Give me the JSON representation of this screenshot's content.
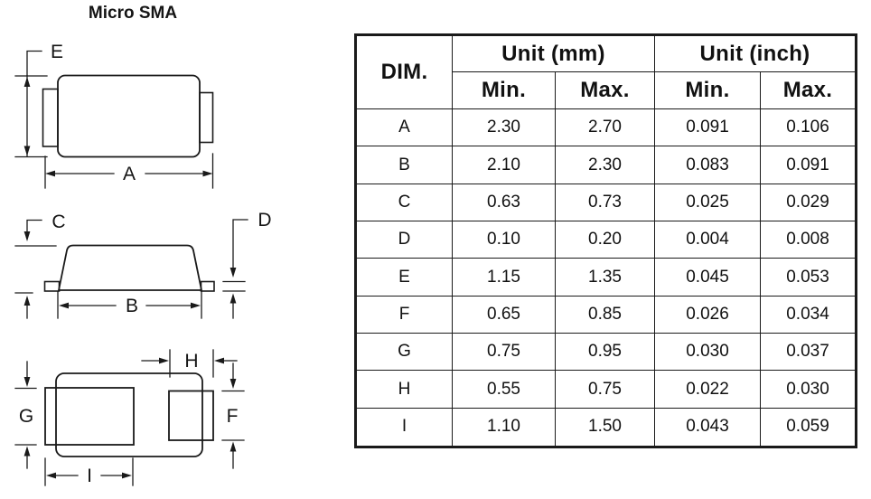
{
  "title": "Micro SMA",
  "diagram": {
    "labels": {
      "e": "E",
      "a": "A",
      "c": "C",
      "d": "D",
      "b": "B",
      "g": "G",
      "h": "H",
      "f": "F",
      "i": "I"
    }
  },
  "table": {
    "col_dim": "DIM.",
    "group_mm": "Unit (mm)",
    "group_inch": "Unit (inch)",
    "sub_min": "Min.",
    "sub_max": "Max.",
    "rows": [
      {
        "dim": "A",
        "mm_min": "2.30",
        "mm_max": "2.70",
        "inch_min": "0.091",
        "inch_max": "0.106"
      },
      {
        "dim": "B",
        "mm_min": "2.10",
        "mm_max": "2.30",
        "inch_min": "0.083",
        "inch_max": "0.091"
      },
      {
        "dim": "C",
        "mm_min": "0.63",
        "mm_max": "0.73",
        "inch_min": "0.025",
        "inch_max": "0.029"
      },
      {
        "dim": "D",
        "mm_min": "0.10",
        "mm_max": "0.20",
        "inch_min": "0.004",
        "inch_max": "0.008"
      },
      {
        "dim": "E",
        "mm_min": "1.15",
        "mm_max": "1.35",
        "inch_min": "0.045",
        "inch_max": "0.053"
      },
      {
        "dim": "F",
        "mm_min": "0.65",
        "mm_max": "0.85",
        "inch_min": "0.026",
        "inch_max": "0.034"
      },
      {
        "dim": "G",
        "mm_min": "0.75",
        "mm_max": "0.95",
        "inch_min": "0.030",
        "inch_max": "0.037"
      },
      {
        "dim": "H",
        "mm_min": "0.55",
        "mm_max": "0.75",
        "inch_min": "0.022",
        "inch_max": "0.030"
      },
      {
        "dim": "I",
        "mm_min": "1.10",
        "mm_max": "1.50",
        "inch_min": "0.043",
        "inch_max": "0.059"
      }
    ]
  },
  "colors": {
    "line": "#1a1a1a",
    "background": "#ffffff"
  }
}
